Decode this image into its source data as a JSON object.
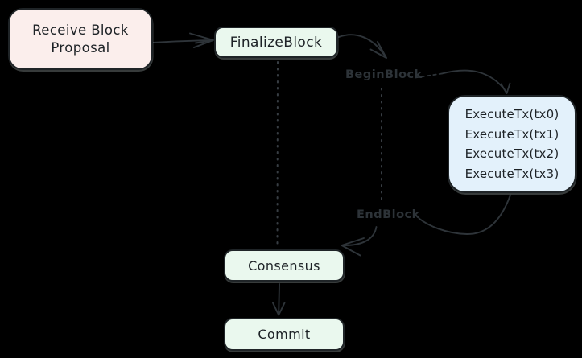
{
  "nodes": {
    "receive": {
      "lines": [
        "Receive Block",
        "Proposal"
      ],
      "fill": "#fbeeec"
    },
    "finalize": {
      "label": "FinalizeBlock",
      "fill": "#eaf8ee"
    },
    "execute": {
      "lines": [
        "ExecuteTx(tx0)",
        "ExecuteTx(tx1)",
        "ExecuteTx(tx2)",
        "ExecuteTx(tx3)"
      ],
      "fill": "#e3f1fb"
    },
    "consensus": {
      "label": "Consensus",
      "fill": "#eaf8ee"
    },
    "commit": {
      "label": "Commit",
      "fill": "#eaf8ee"
    }
  },
  "labels": {
    "begin_block": "BeginBlock",
    "end_block": "EndBlock"
  },
  "colors": {
    "background": "#000000",
    "connector_stroke": "#2e3439",
    "node_border": "#1f2427",
    "node_text": "#1d2226",
    "phase_label_text": "#2d3338"
  }
}
